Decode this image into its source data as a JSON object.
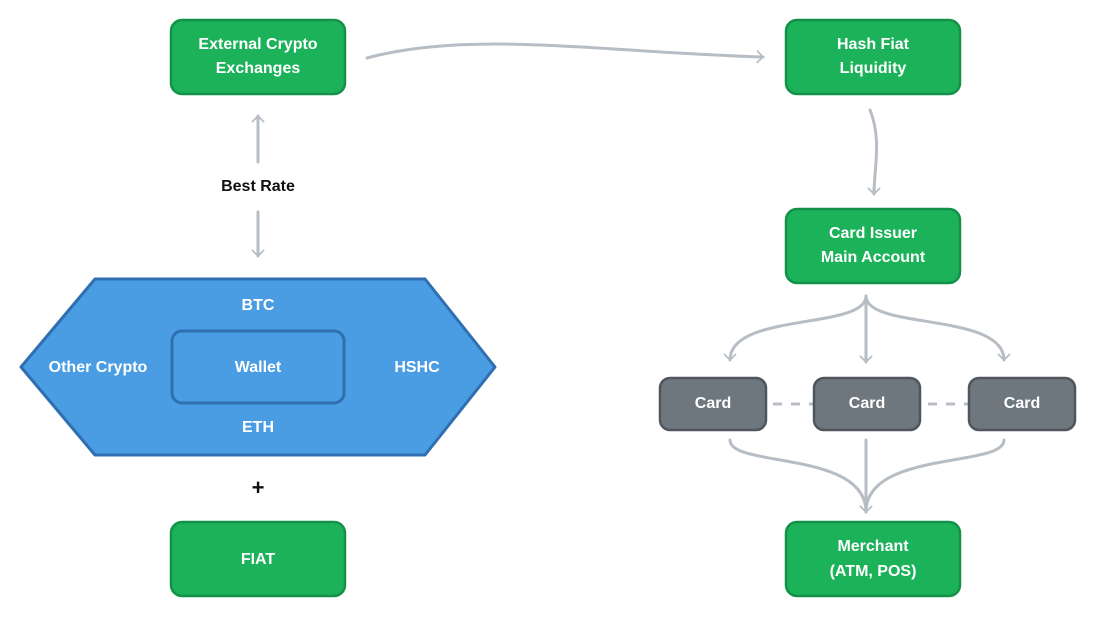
{
  "colors": {
    "green_fill": "#1cb25a",
    "green_stroke": "#139148",
    "blue_fill": "#4a9de3",
    "blue_stroke": "#2f6fb0",
    "gray_fill": "#6e767e",
    "gray_stroke": "#4f565d",
    "arrow": "#b7bdc4"
  },
  "nodes": {
    "external_exchanges": {
      "line1": "External Crypto",
      "line2": "Exchanges"
    },
    "hash_fiat": {
      "line1": "Hash Fiat",
      "line2": "Liquidity"
    },
    "card_issuer": {
      "line1": "Card Issuer",
      "line2": "Main Account"
    },
    "merchant": {
      "line1": "Merchant",
      "line2": "(ATM, POS)"
    },
    "fiat": {
      "label": "FIAT"
    },
    "cards": [
      "Card",
      "Card",
      "Card"
    ]
  },
  "wallet_hex": {
    "top": "BTC",
    "bottom": "ETH",
    "left": "Other Crypto",
    "right": "HSHC",
    "center": "Wallet"
  },
  "labels": {
    "best_rate": "Best Rate",
    "plus": "+"
  }
}
